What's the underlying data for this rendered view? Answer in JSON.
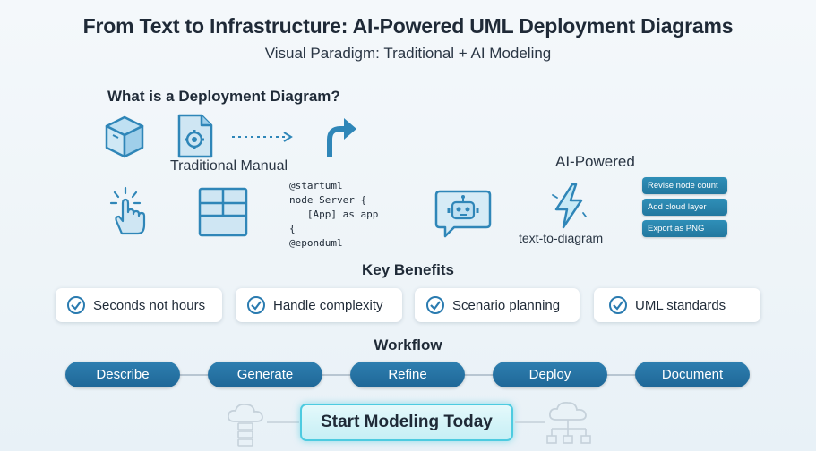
{
  "header": {
    "title": "From Text to Infrastructure: AI-Powered UML Deployment Diagrams",
    "subtitle": "Visual Paradigm: Traditional + AI Modeling"
  },
  "intro": {
    "heading": "What is a Deployment Diagram?",
    "traditional_label": "Traditional Manual",
    "code_lines": [
      "@startuml",
      "node Server {",
      "   [App] as app",
      "{",
      "@eponduml"
    ],
    "ai_label": "AI-Powered",
    "t2d_label": "text-to-diagram",
    "chips": [
      "Revise node count",
      "Add cloud layer",
      "Export as PNG"
    ],
    "icons": [
      "cube-icon",
      "gear-document-icon",
      "dotted-arrow-icon",
      "turn-arrow-icon",
      "hand-click-icon",
      "table-grid-icon",
      "chatbot-icon",
      "lightning-icon"
    ]
  },
  "benefits": {
    "heading": "Key Benefits",
    "items": [
      "Seconds not hours",
      "Handle complexity",
      "Scenario planning",
      "UML standards"
    ]
  },
  "workflow": {
    "heading": "Workflow",
    "steps": [
      "Describe",
      "Generate",
      "Refine",
      "Deploy",
      "Document"
    ]
  },
  "cta": {
    "label": "Start Modeling Today"
  },
  "colors": {
    "accent": "#2a7bb0",
    "icon": "#2f86b8",
    "cta_border": "#4dcbe0"
  }
}
